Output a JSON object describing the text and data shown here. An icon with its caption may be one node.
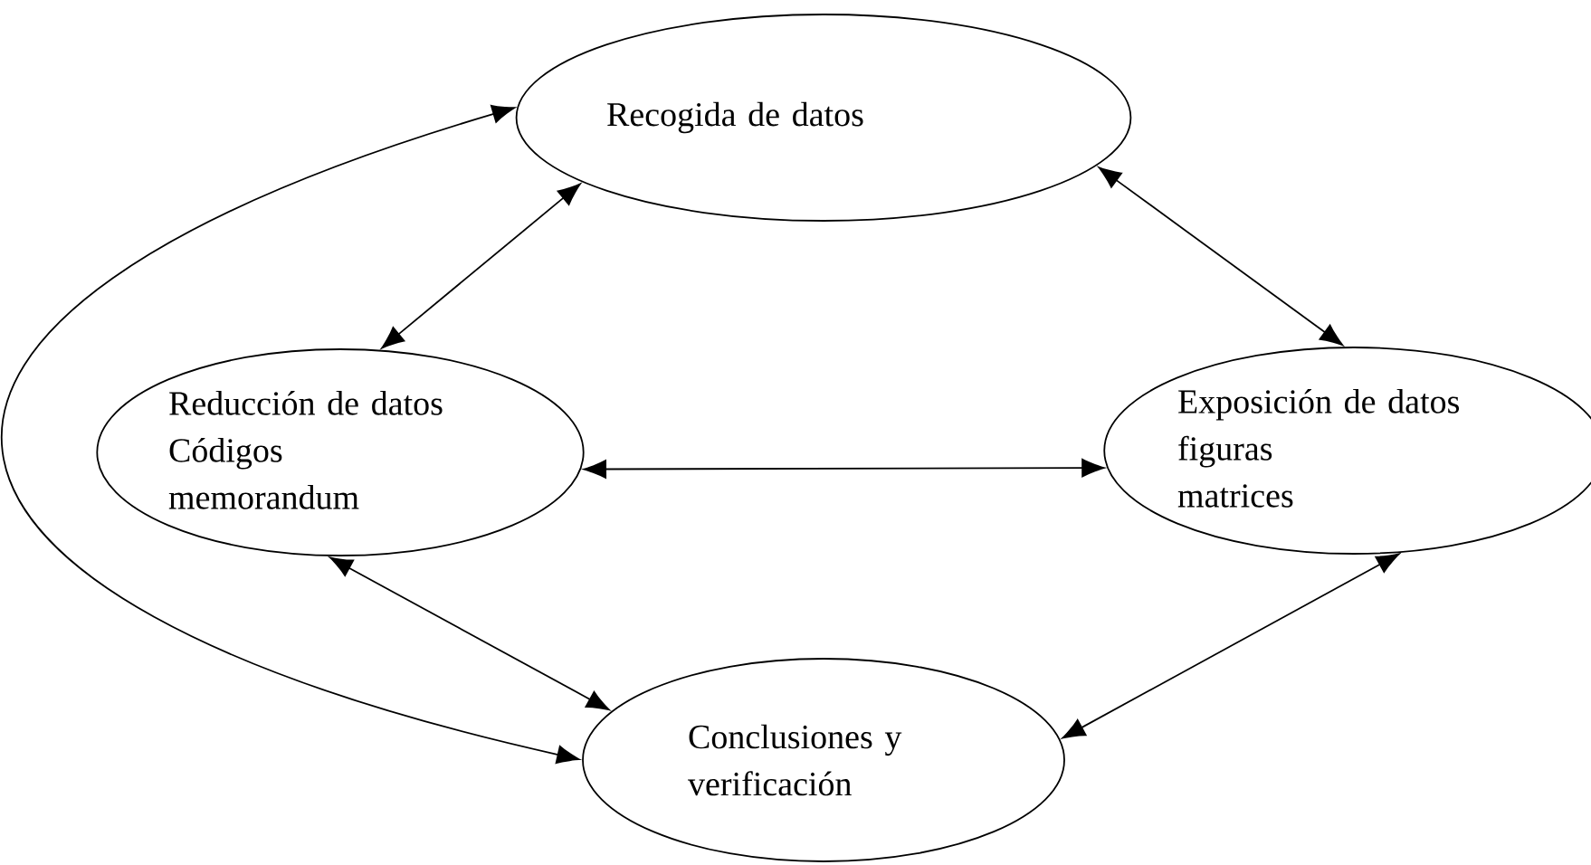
{
  "diagram": {
    "nodes": [
      {
        "text": [
          "Recogida de datos"
        ]
      },
      {
        "text": [
          "Reducción de datos",
          "Códigos",
          "memorandum"
        ]
      },
      {
        "text": [
          "Exposición de datos",
          "figuras",
          "matrices"
        ]
      },
      {
        "text": [
          "Conclusiones y verificación"
        ]
      }
    ],
    "edges": [
      {
        "from": 0,
        "to": 1,
        "arrow": "both"
      },
      {
        "from": 0,
        "to": 2,
        "arrow": "both"
      },
      {
        "from": 1,
        "to": 2,
        "arrow": "both"
      },
      {
        "from": 1,
        "to": 3,
        "arrow": "both"
      },
      {
        "from": 2,
        "to": 3,
        "arrow": "both"
      },
      {
        "from": 3,
        "to": 0,
        "arrow": "both"
      }
    ]
  }
}
